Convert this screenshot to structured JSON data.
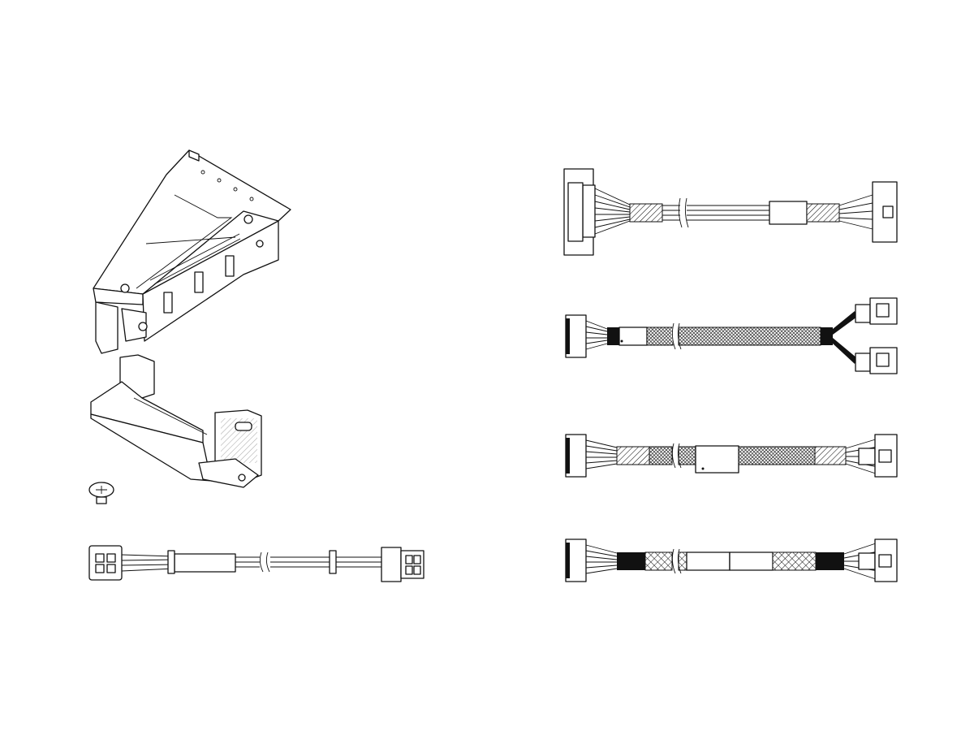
{
  "colors": {
    "background": "#ffffff",
    "line": "#111111",
    "fill_black": "#111111"
  },
  "parts": [
    {
      "id": "riser-cage"
    },
    {
      "id": "riser-bracket"
    },
    {
      "id": "screw"
    },
    {
      "id": "power-cable"
    },
    {
      "id": "cable-1"
    },
    {
      "id": "cable-2-y-split"
    },
    {
      "id": "cable-3"
    },
    {
      "id": "cable-4"
    }
  ]
}
